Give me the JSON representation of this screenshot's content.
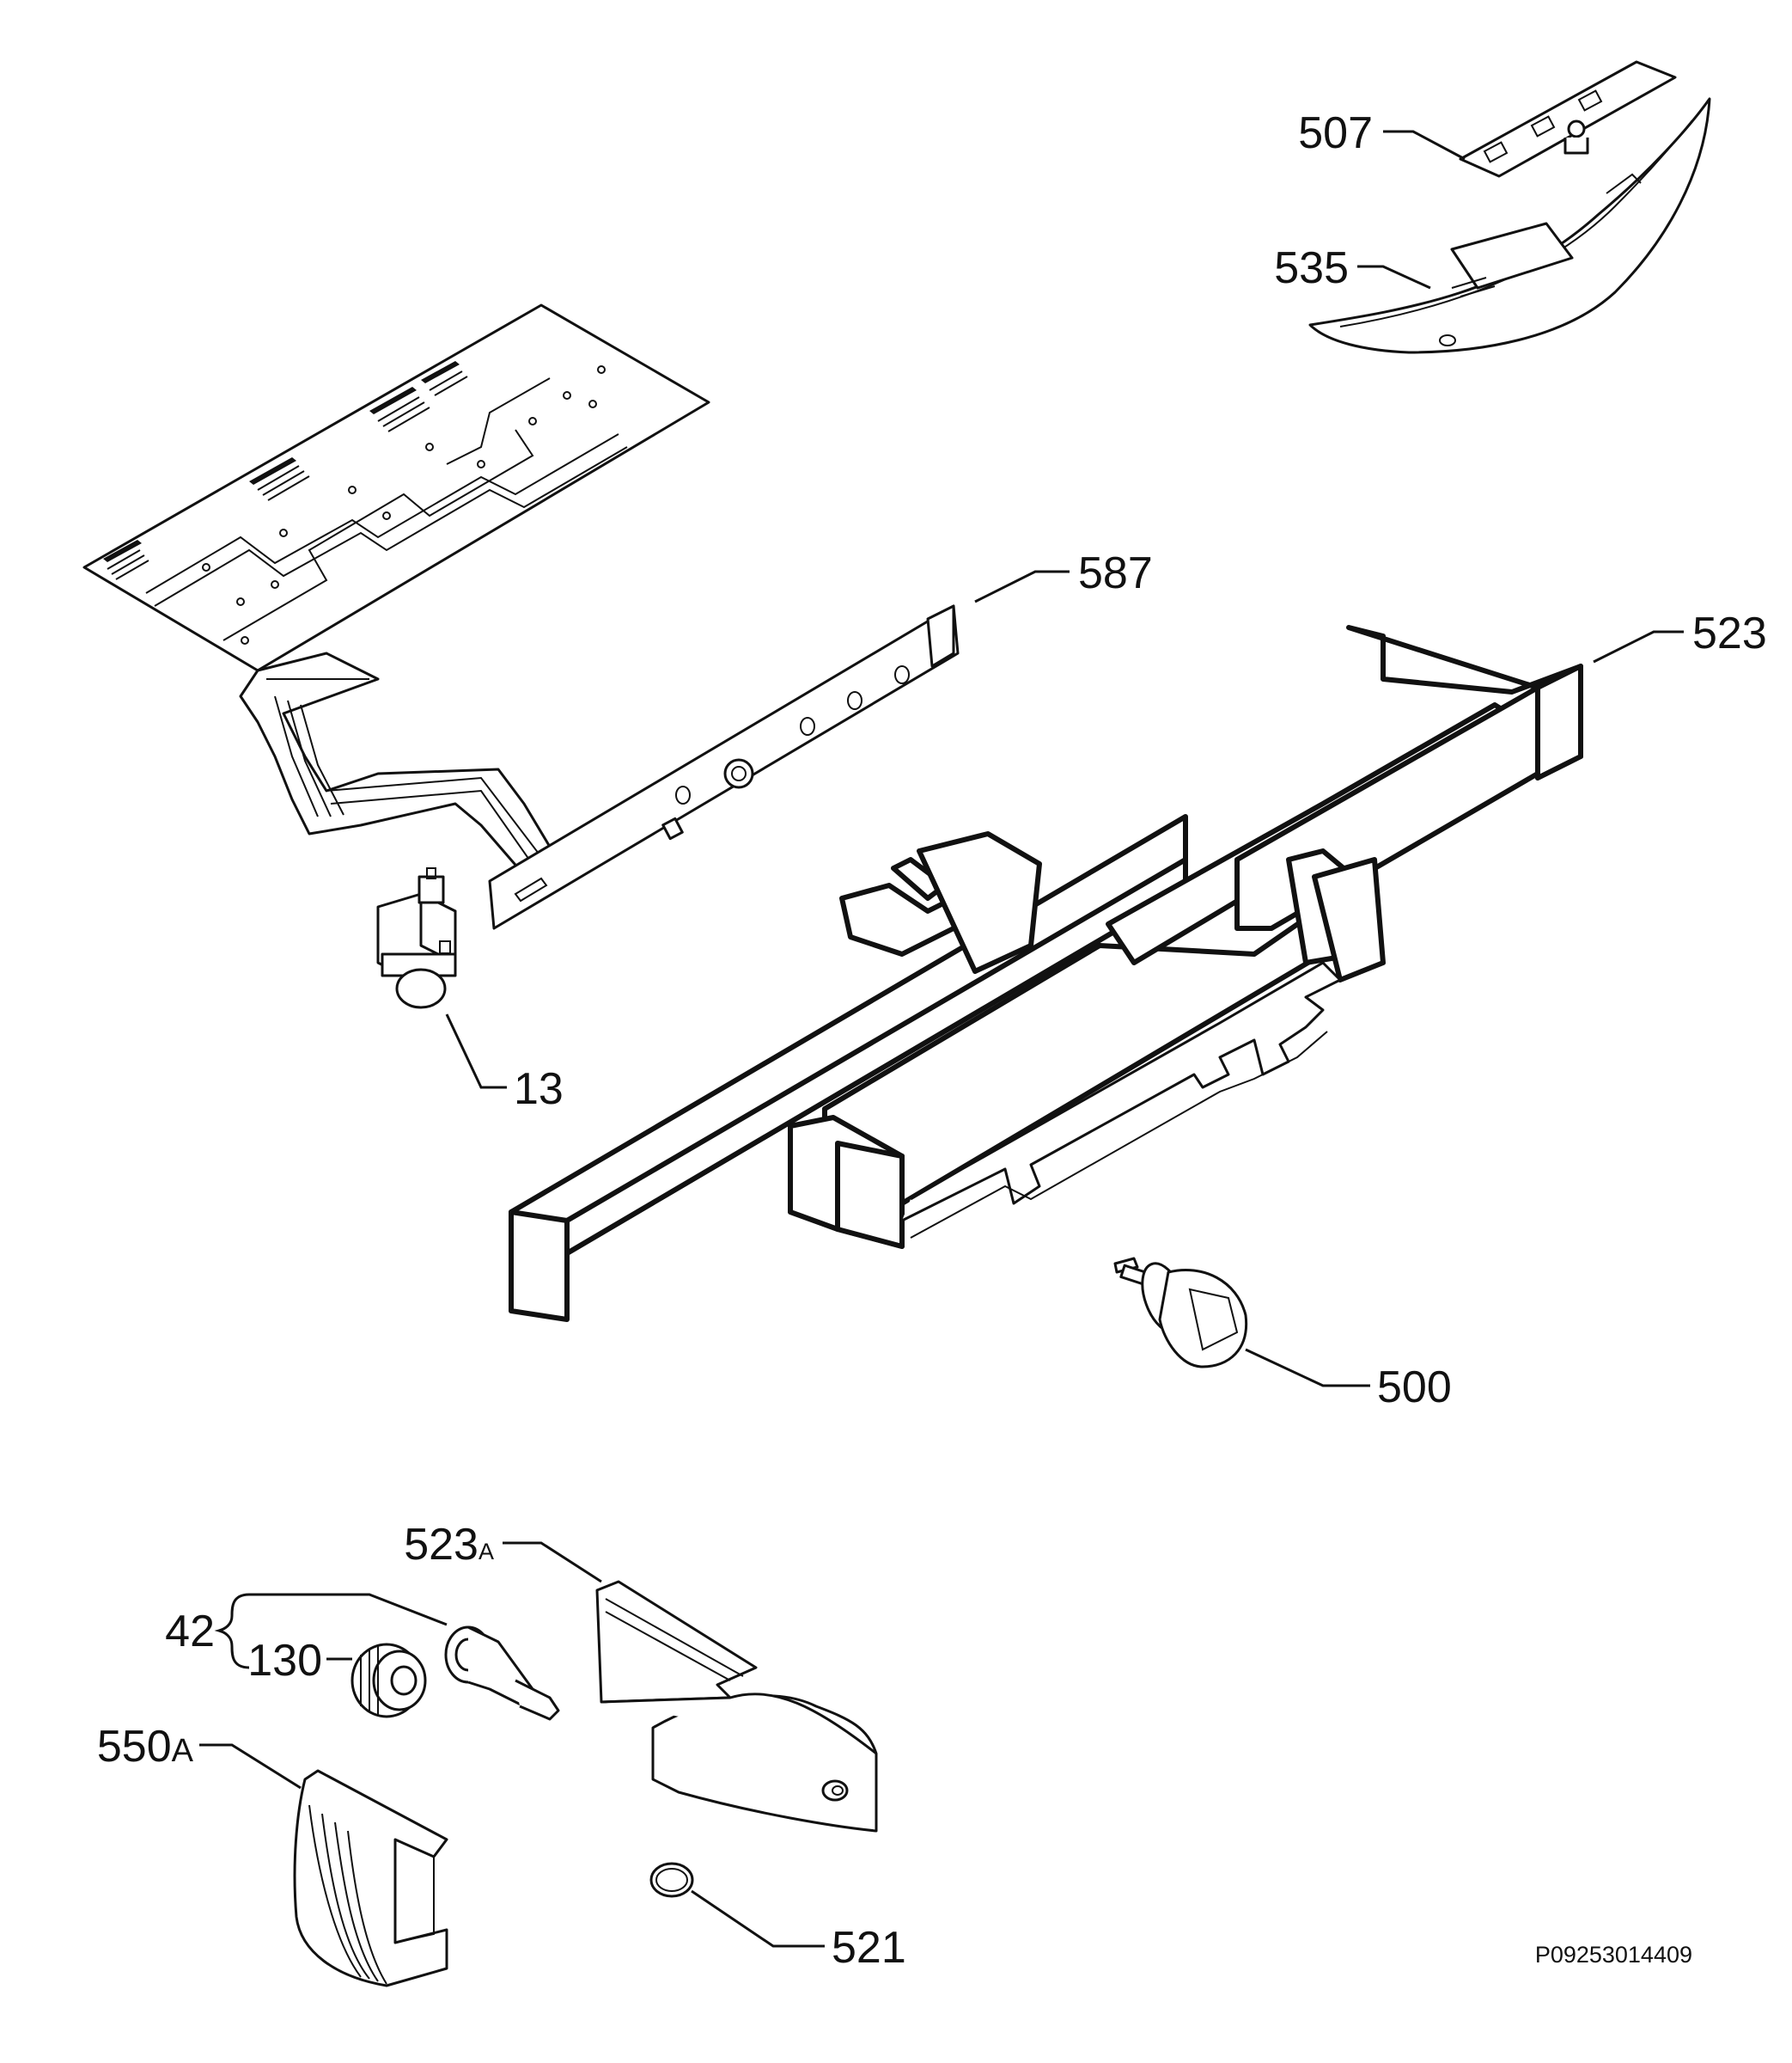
{
  "diagram": {
    "type": "exploded-parts-view",
    "callouts": [
      {
        "id": "507",
        "text": "507"
      },
      {
        "id": "535",
        "text": "535"
      },
      {
        "id": "587",
        "text": "587"
      },
      {
        "id": "523",
        "text": "523"
      },
      {
        "id": "13",
        "text": "13"
      },
      {
        "id": "500",
        "text": "500"
      },
      {
        "id": "523A",
        "num": "523",
        "suffix": "A"
      },
      {
        "id": "42",
        "text": "42"
      },
      {
        "id": "130",
        "text": "130"
      },
      {
        "id": "550A",
        "num": "550",
        "suffix": "A"
      },
      {
        "id": "521",
        "text": "521"
      }
    ],
    "drawing_number": "P09253014409"
  }
}
